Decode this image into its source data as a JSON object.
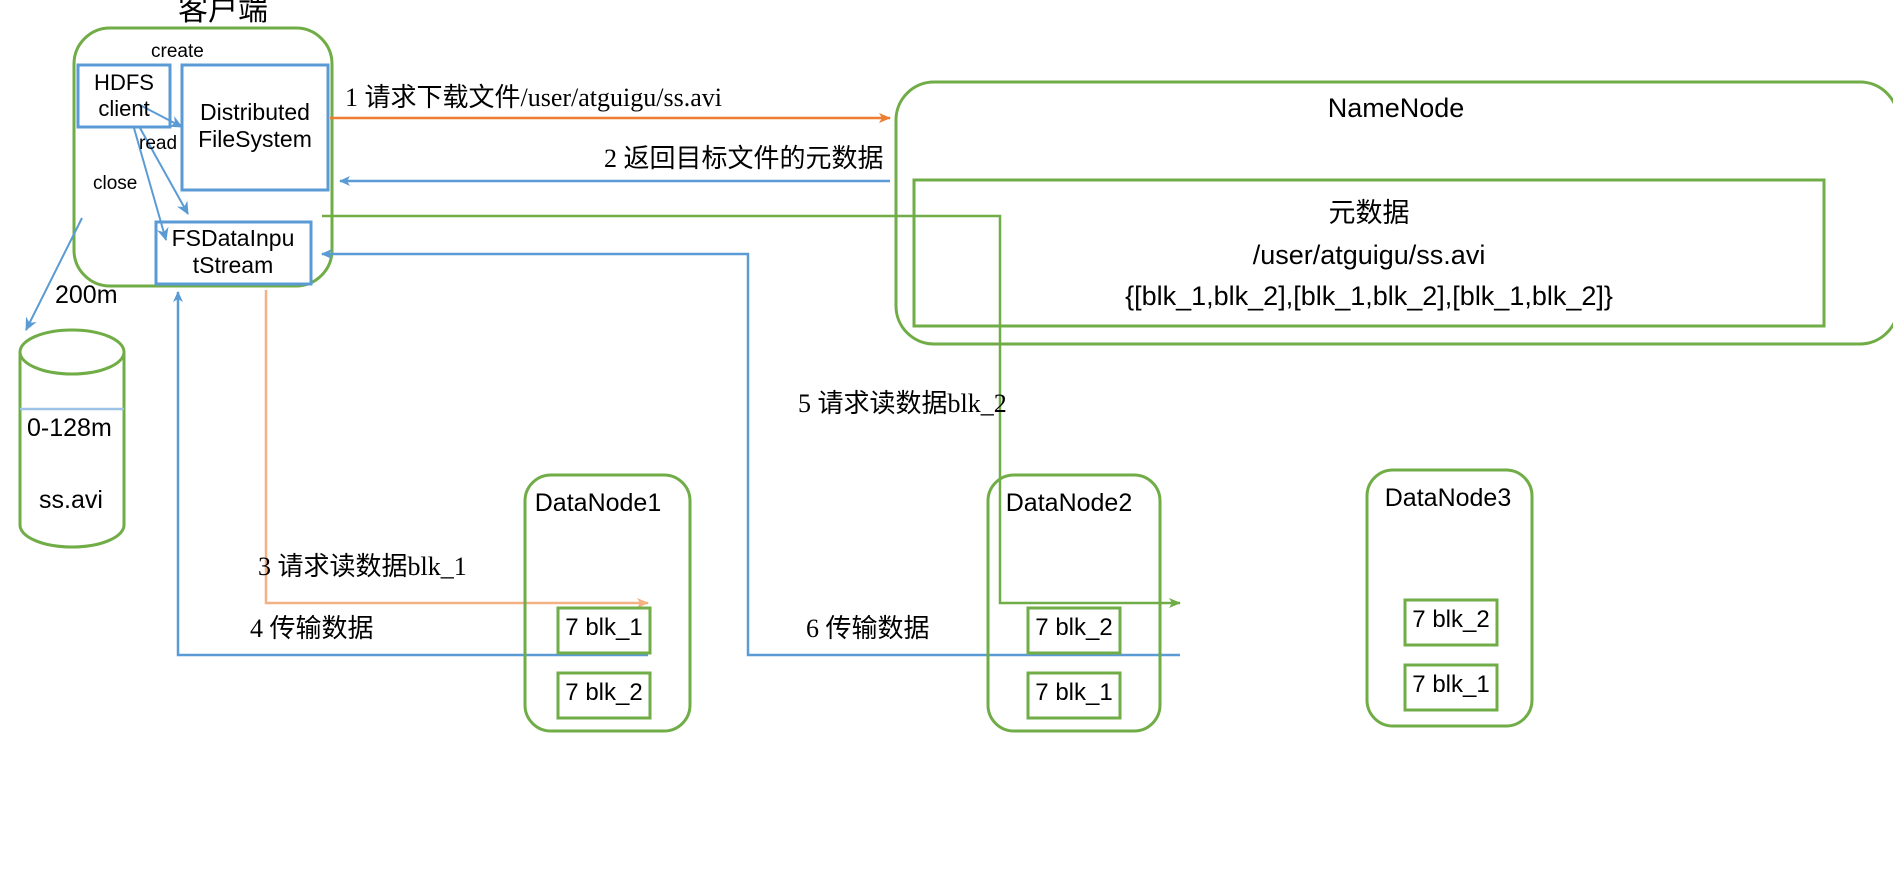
{
  "diagram": {
    "title_client": "客户端",
    "colors": {
      "green": "#70ad47",
      "blue": "#5b9bd5",
      "orange": "#ed7d31",
      "text": "#000000",
      "background": "#ffffff"
    }
  },
  "client": {
    "label": "客户端",
    "inner_boxes": [
      {
        "id": "hdfs-client",
        "line1": "HDFS",
        "line2": "client"
      },
      {
        "id": "distributed-filesystem",
        "line1": "Distributed",
        "line2": "FileSystem"
      },
      {
        "id": "fsdatainputstream",
        "line1": "FSDataInpu",
        "line2": "tStream"
      }
    ],
    "edge_labels": [
      {
        "id": "create",
        "text": "create"
      },
      {
        "id": "read",
        "text": "read"
      },
      {
        "id": "close",
        "text": "close"
      }
    ]
  },
  "file": {
    "size_label": "200m",
    "block_label": "0-128m",
    "name": "ss.avi"
  },
  "namenode": {
    "title": "NameNode",
    "metadata": {
      "title": "元数据",
      "path": "/user/atguigu/ss.avi",
      "blocks": "{[blk_1,blk_2],[blk_1,blk_2],[blk_1,blk_2]}"
    }
  },
  "datanodes": [
    {
      "title": "DataNode1",
      "blocks": [
        "7 blk_1",
        "7 blk_2"
      ]
    },
    {
      "title": "DataNode2",
      "blocks": [
        "7 blk_2",
        "7 blk_1"
      ]
    },
    {
      "title": "DataNode3",
      "blocks": [
        "7 blk_2",
        "7 blk_1"
      ]
    }
  ],
  "flows": [
    {
      "num": "1",
      "text": "1 请求下载文件/user/atguigu/ss.avi",
      "color": "#ed7d31"
    },
    {
      "num": "2",
      "text": "2 返回目标文件的元数据",
      "color": "#5b9bd5"
    },
    {
      "num": "3",
      "text": "3 请求读数据blk_1",
      "color": "#ed7d31"
    },
    {
      "num": "4",
      "text": "4 传输数据",
      "color": "#5b9bd5"
    },
    {
      "num": "5",
      "text": "5 请求读数据blk_2",
      "color": "#70ad47"
    },
    {
      "num": "6",
      "text": "6 传输数据",
      "color": "#70ad47"
    }
  ]
}
